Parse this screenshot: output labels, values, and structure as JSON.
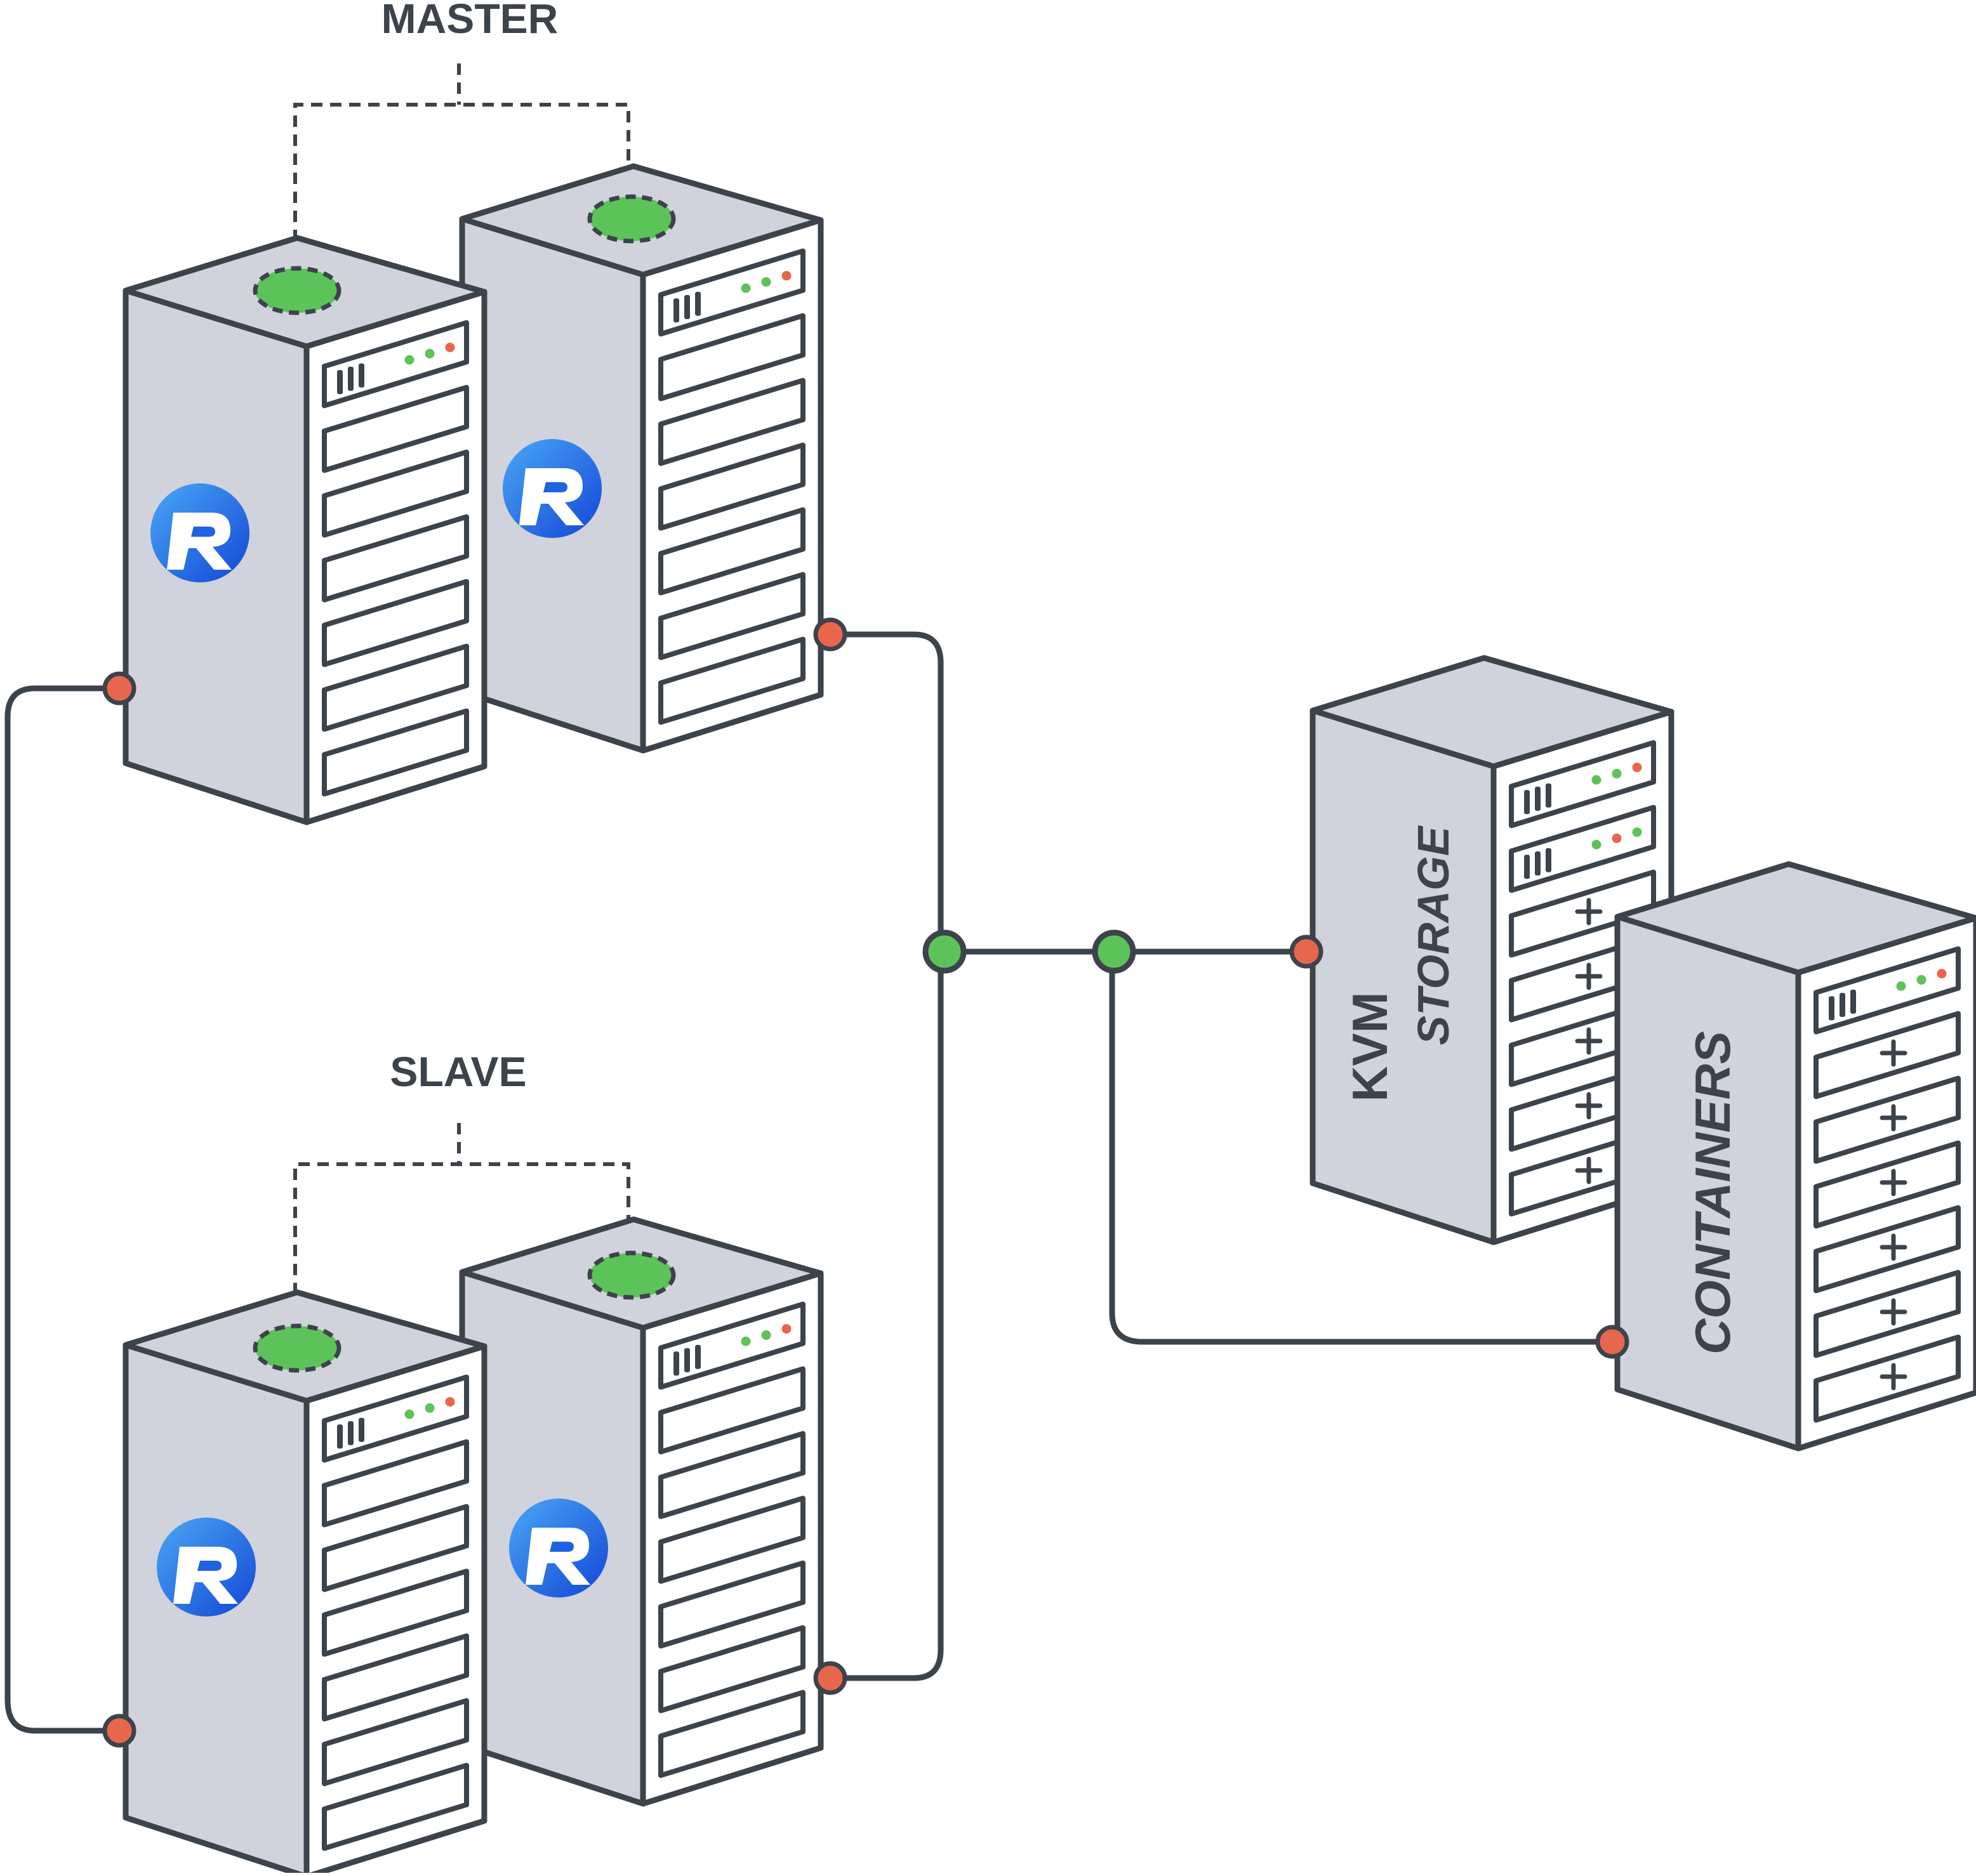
{
  "labels": {
    "master": "MASTER",
    "slave": "SLAVE",
    "kvm": "KVM",
    "storage": "STORAGE",
    "containers": "CONTAINERS"
  },
  "colors": {
    "outline": "#3d434b",
    "body": "#d0d3dc",
    "face": "#ffffff",
    "node_green": "#5cc35a",
    "port_red": "#e8674c",
    "led_green": "#5cc35a",
    "led_red": "#e8674c",
    "logo_blue": "#1e63e0"
  },
  "icons": {
    "server": "server-rack-icon",
    "logo": "r-logo-icon",
    "drive_slot": "drive-slot-icon",
    "plus": "plus-icon"
  }
}
